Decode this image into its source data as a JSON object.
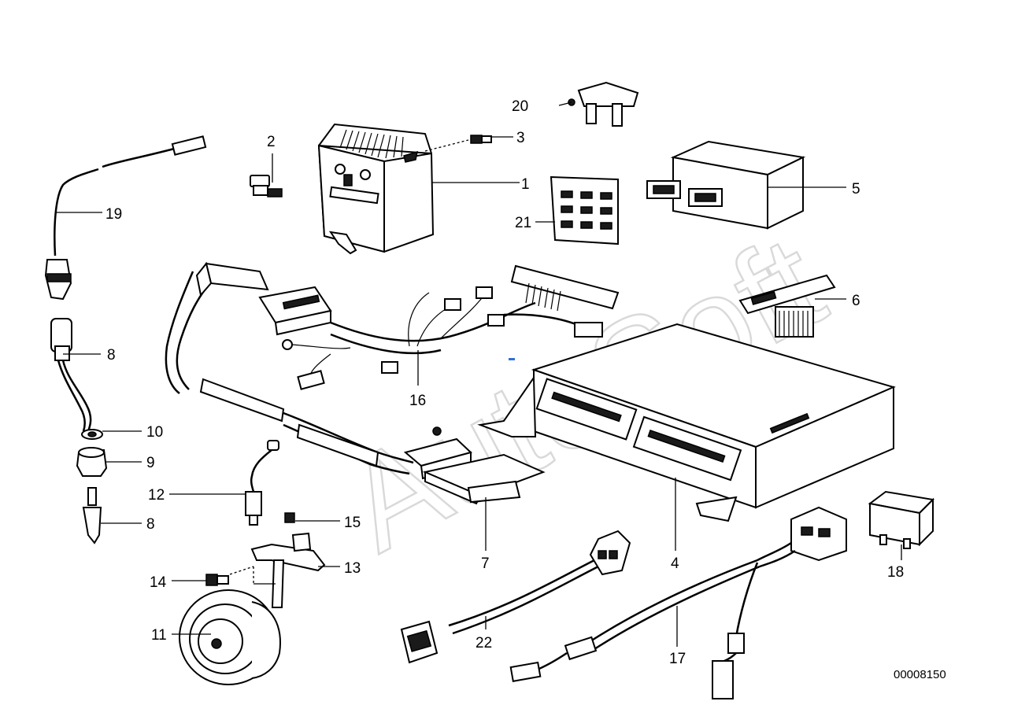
{
  "watermark": "AutoSoft",
  "reference_number": "00008150",
  "callouts": {
    "c1": "1",
    "c2": "2",
    "c3": "3",
    "c4": "4",
    "c5": "5",
    "c6": "6",
    "c7": "7",
    "c8a": "8",
    "c8b": "8",
    "c9": "9",
    "c10": "10",
    "c11": "11",
    "c12": "12",
    "c13": "13",
    "c14": "14",
    "c15": "15",
    "c16": "16",
    "c17": "17",
    "c18": "18",
    "c19": "19",
    "c20": "20",
    "c21": "21",
    "c22": "22"
  }
}
